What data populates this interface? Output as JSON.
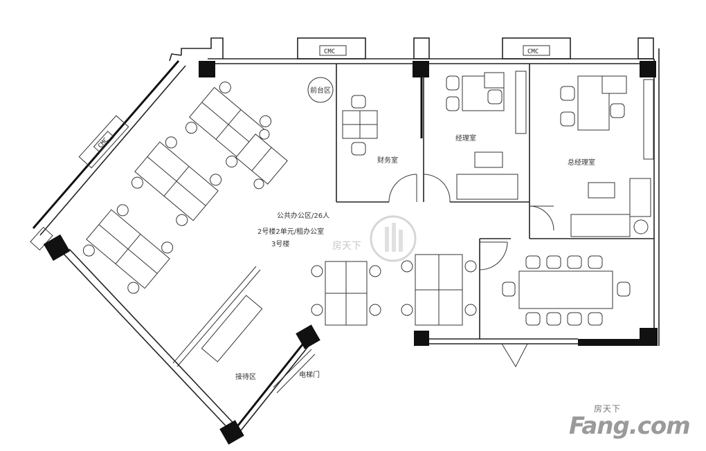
{
  "plan": {
    "rooms": {
      "reception": "前台区",
      "finance": "财务室",
      "manager": "经理室",
      "general_manager": "总经理室",
      "open_office": "公共办公区/26人",
      "reception_area": "接待区",
      "door": "电梯门",
      "partial_note": "2号楼2单元/租办公室",
      "partial_note2": "3号楼"
    },
    "hvac_label": "CMC",
    "watermark": "房天下"
  },
  "brand": {
    "chinese": "房天下",
    "name": "Fang.com"
  }
}
